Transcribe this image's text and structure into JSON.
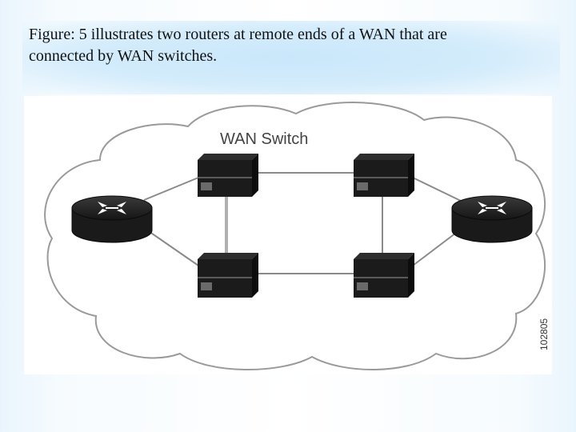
{
  "caption": {
    "line1": "Figure: 5 illustrates two routers at remote ends of a WAN that are",
    "line2": "connected by WAN switches."
  },
  "diagram": {
    "cloud_label": "WAN Switch",
    "figure_id": "102805",
    "nodes": [
      {
        "id": "router-left",
        "kind": "router"
      },
      {
        "id": "switch-top-left",
        "kind": "wan-switch"
      },
      {
        "id": "switch-top-right",
        "kind": "wan-switch"
      },
      {
        "id": "switch-bottom-left",
        "kind": "wan-switch"
      },
      {
        "id": "switch-bottom-right",
        "kind": "wan-switch"
      },
      {
        "id": "router-right",
        "kind": "router"
      }
    ],
    "links": [
      [
        "router-left",
        "switch-top-left"
      ],
      [
        "router-left",
        "switch-bottom-left"
      ],
      [
        "switch-top-left",
        "switch-top-right"
      ],
      [
        "switch-top-left",
        "switch-bottom-left"
      ],
      [
        "switch-bottom-left",
        "switch-bottom-right"
      ],
      [
        "switch-top-right",
        "switch-bottom-right"
      ],
      [
        "switch-top-right",
        "router-right"
      ],
      [
        "switch-bottom-right",
        "router-right"
      ]
    ]
  }
}
